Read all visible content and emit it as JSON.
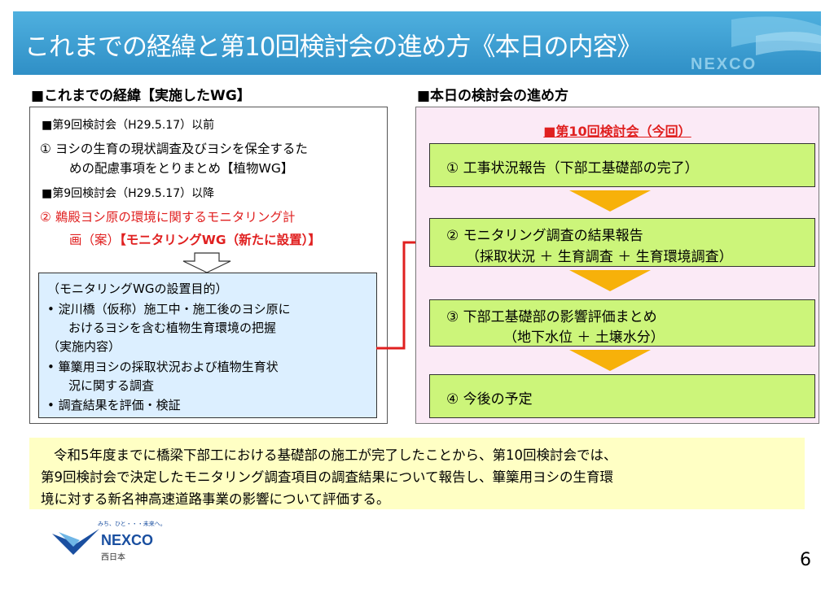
{
  "header": {
    "title": "これまでの経緯と第10回検討会の進め方《本日の内容》",
    "brand": "NEXCO"
  },
  "left": {
    "heading": "■これまでの経緯【実施したWG】",
    "before_label": "■第9回検討会（H29.5.17）以前",
    "item1_line1": "①  ヨシの生育の現状調査及びヨシを保全するた",
    "item1_line2": "めの配慮事項をとりまとめ【植物WG】",
    "after_label": "■第9回検討会（H29.5.17）以降",
    "item2_line1": "②  鵜殿ヨシ原の環境に関するモニタリング計",
    "item2_line2_a": "画（案）",
    "item2_line2_b": "【モニタリングWG（新たに設置）】",
    "purpose": {
      "title": "（モニタリングWGの設置目的）",
      "bullet1_line1": "•    淀川橋（仮称）施工中・施工後のヨシ原に",
      "bullet1_line2": "おけるヨシを含む植物生育環境の把握",
      "content_title": "（実施内容）",
      "bullet2_line1": "•    篳篥用ヨシの採取状況および植物生育状",
      "bullet2_line2": "況に関する調査",
      "bullet3": "•    調査結果を評価・検証"
    }
  },
  "right": {
    "heading": "■本日の検討会の進め方",
    "today_label": "■第10回検討会（今回）",
    "steps": [
      {
        "line1": "①  工事状況報告（下部工基礎部の完了）",
        "line2": ""
      },
      {
        "line1": "②  モニタリング調査の結果報告",
        "line2": "（採取状況 ＋ 生育調査 ＋ 生育環境調査）"
      },
      {
        "line1": "③  下部工基礎部の影響評価まとめ",
        "line2": "（地下水位  ＋  土壌水分）"
      },
      {
        "line1": "④  今後の予定",
        "line2": ""
      }
    ]
  },
  "summary": {
    "line1": "令和5年度までに橋梁下部工における基礎部の施工が完了したことから、第10回検討会では、",
    "line2": "第9回検討会で決定したモニタリング調査項目の調査結果について報告し、篳篥用ヨシの生育環",
    "line3": "境に対する新名神高速道路事業の影響について評価する。"
  },
  "footer": {
    "tagline": "みち、ひと・・・未来へ。",
    "logo_text": "NEXCO",
    "logo_sub": "西日本",
    "page_number": "6"
  },
  "colors": {
    "title_bar": "#3a9fd4",
    "accent_red": "#e02020",
    "purpose_bg": "#dcefff",
    "right_bg": "#fbeaf6",
    "step_green": "#ccf57a",
    "arrow_orange": "#f7b10a",
    "summary_bg": "#ffffc4",
    "logo_blue": "#1a4fa0"
  }
}
